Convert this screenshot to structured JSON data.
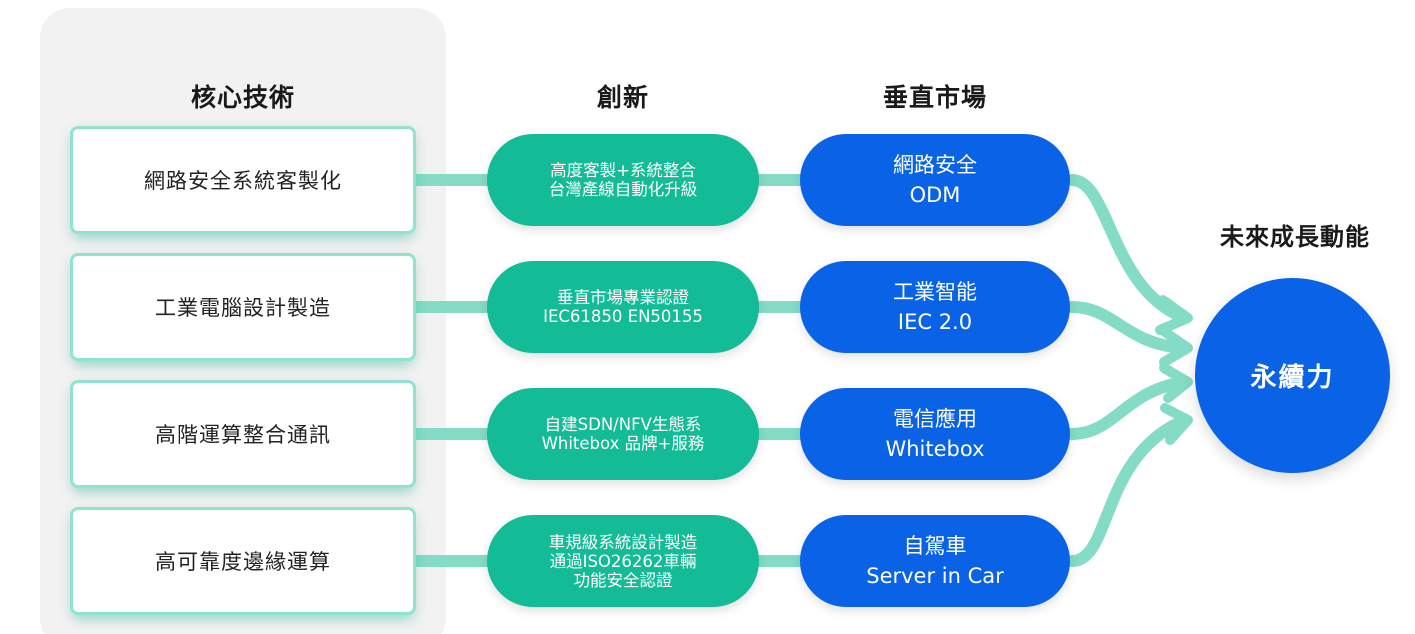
{
  "headings": {
    "core": "核心技術",
    "innovation": "創新",
    "vertical": "垂直市場",
    "future": "未來成長動能"
  },
  "core_technologies": [
    "網路安全系統客製化",
    "工業電腦設計製造",
    "高階運算整合通訊",
    "高可靠度邊緣運算"
  ],
  "innovations": [
    {
      "lines": [
        "高度客製+系統整合",
        "台灣產線自動化升級"
      ]
    },
    {
      "lines": [
        "垂直市場專業認證",
        "IEC61850 EN50155"
      ]
    },
    {
      "lines": [
        "自建SDN/NFV生態系",
        "Whitebox 品牌+服務"
      ]
    },
    {
      "lines": [
        "車規級系統設計製造",
        "通過ISO26262車輛",
        "功能安全認證"
      ]
    }
  ],
  "vertical_markets": [
    {
      "lines": [
        "網路安全",
        "ODM"
      ]
    },
    {
      "lines": [
        "工業智能",
        "IEC 2.0"
      ]
    },
    {
      "lines": [
        "電信應用",
        "Whitebox"
      ]
    },
    {
      "lines": [
        "自駕車",
        "Server in Car"
      ]
    }
  ],
  "future": {
    "label": "永續力"
  },
  "colors": {
    "connector": "#84dcc6",
    "innovation_fill": "#13bb96",
    "vertical_fill": "#0a63e6",
    "future_fill": "#0a63e6",
    "core_border": "#8fe3cf",
    "panel_bg": "#f2f2f2"
  }
}
